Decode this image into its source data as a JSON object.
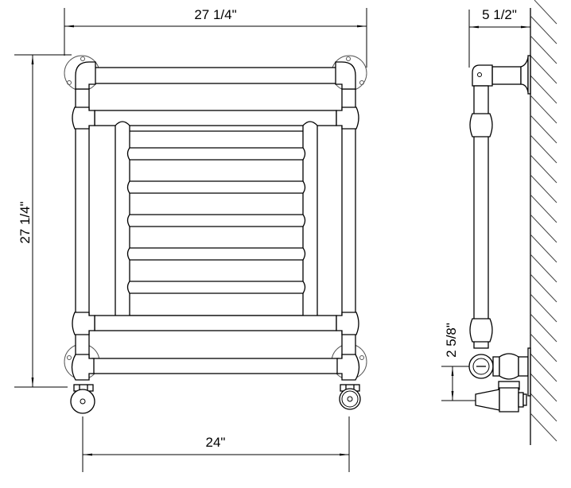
{
  "diagram": {
    "type": "technical drawing",
    "subject": "wall-mounted towel radiator (front and side elevation)",
    "front_view": {
      "overall_width_label": "27 1/4\"",
      "overall_height_label": "27 1/4\"",
      "valve_centers_label": "24\"",
      "towel_bars_count": 5,
      "wall_brackets_count": 4,
      "valves_count": 2
    },
    "side_view": {
      "wall_projection_label": "5 1/2\"",
      "valve_height_label": "2 5/8\"",
      "wall_hatched": true
    },
    "colors": {
      "line": "#000000",
      "background": "#ffffff",
      "hatch": "#444444"
    }
  }
}
